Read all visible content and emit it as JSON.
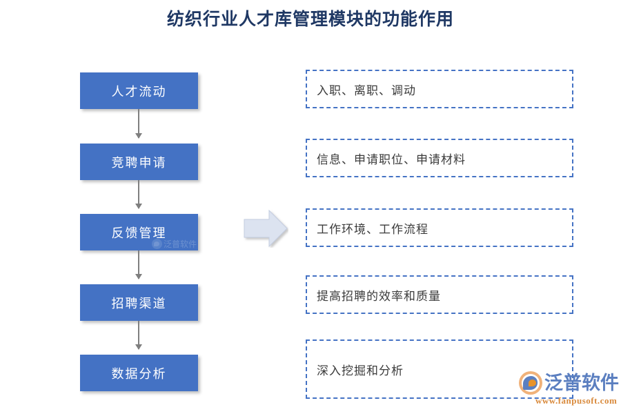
{
  "title": "纺织行业人才库管理模块的功能作用",
  "colors": {
    "title_text": "#1F3864",
    "process_box_fill": "#4472C4",
    "process_box_text": "#FFFFFF",
    "dashed_border": "#4472C4",
    "description_text": "#3B3B3B",
    "connector_line": "#7F7F7F",
    "block_arrow_fill": "#DCE3F0",
    "background": "#FFFFFF"
  },
  "flow": {
    "steps": [
      {
        "label": "人才流动"
      },
      {
        "label": "竞聘申请"
      },
      {
        "label": "反馈管理"
      },
      {
        "label": "招聘渠道"
      },
      {
        "label": "数据分析"
      }
    ]
  },
  "descriptions": {
    "items": [
      {
        "label": "入职、离职、调动"
      },
      {
        "label": "信息、申请职位、申请材料"
      },
      {
        "label": "工作环境、工作流程"
      },
      {
        "label": "提高招聘的效率和质量"
      },
      {
        "label": "深入挖掘和分析"
      }
    ]
  },
  "watermark": {
    "brand": "泛普软件",
    "url": "www.fanpusoft.com",
    "inline_brand": "泛普软件"
  }
}
